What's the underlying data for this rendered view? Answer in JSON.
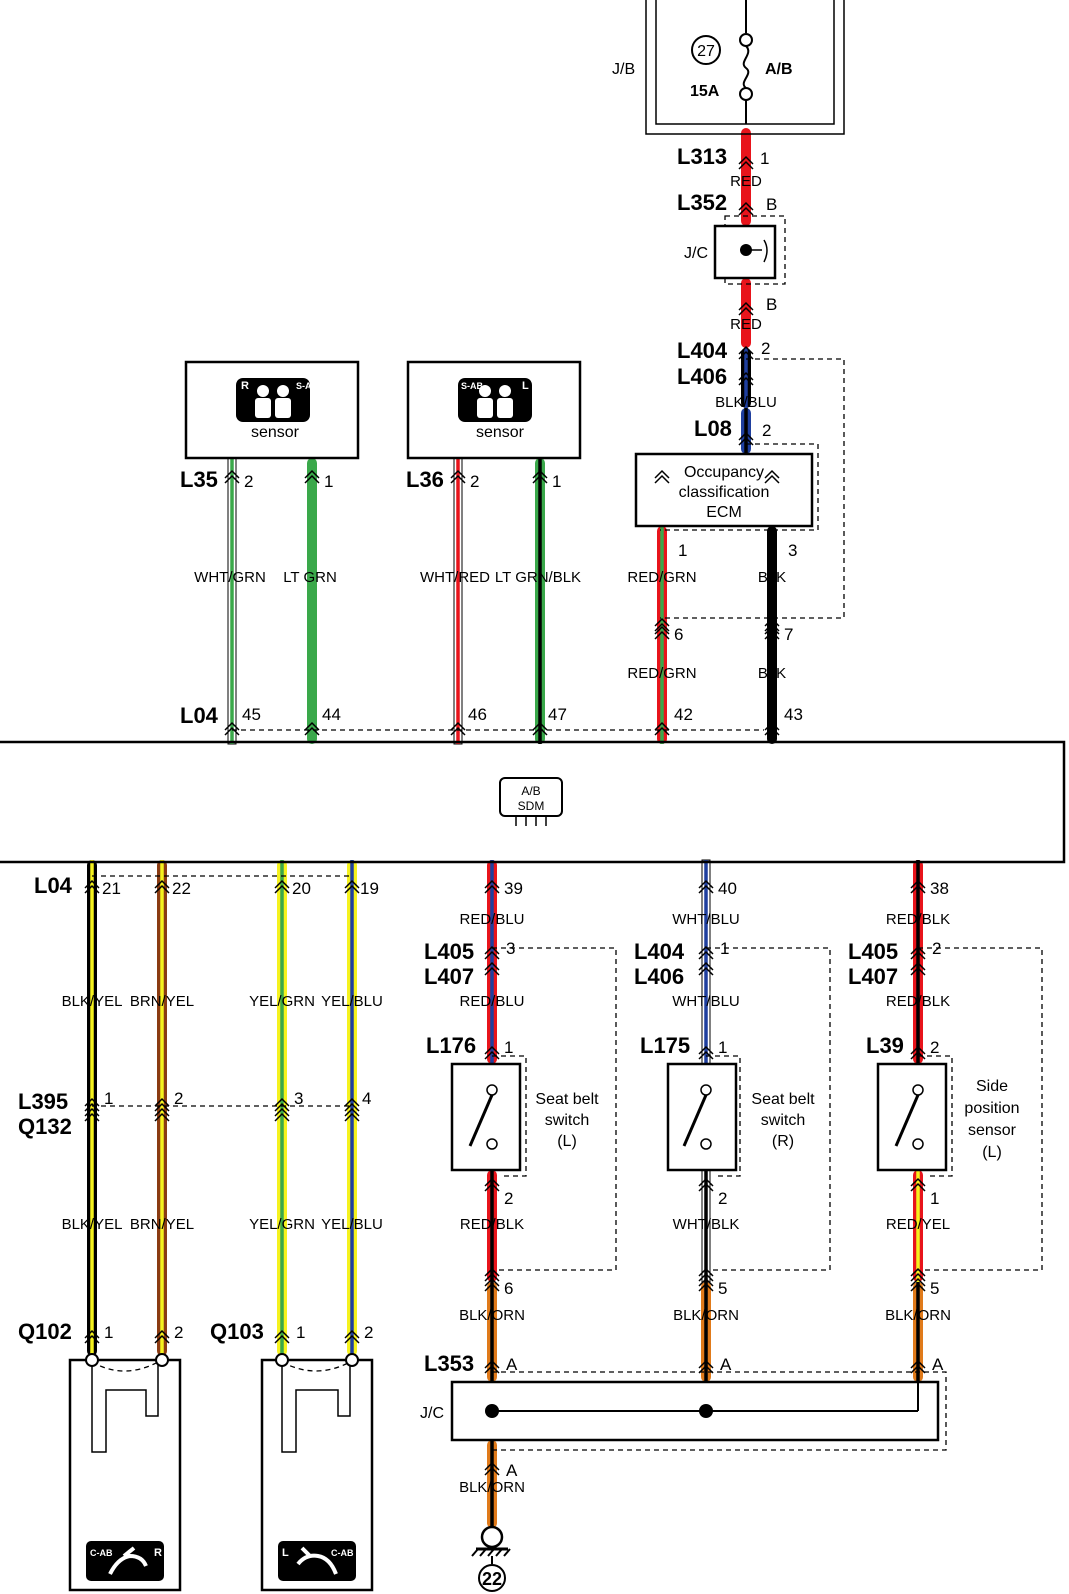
{
  "junction_box": {
    "label": "J/B",
    "fuse_number": "27",
    "fuse_name": "A/B",
    "fuse_rating": "15A"
  },
  "joint_connector_label": "J/C",
  "ground_number": "22",
  "sdm": {
    "line1": "A/B",
    "line2": "SDM"
  },
  "sensors": [
    {
      "label": "sensor",
      "icon_left": "R",
      "icon_right": "S-AB"
    },
    {
      "label": "sensor",
      "icon_left": "S-AB",
      "icon_right": "L"
    }
  ],
  "ecm": {
    "line1": "Occupancy",
    "line2": "classification",
    "line3": "ECM"
  },
  "switches": [
    {
      "line1": "Seat belt",
      "line2": "switch",
      "line3": "(L)"
    },
    {
      "line1": "Seat belt",
      "line2": "switch",
      "line3": "(R)"
    },
    {
      "line1": "Side",
      "line2": "position",
      "line3": "sensor",
      "line4": "(L)"
    }
  ],
  "airbags": [
    {
      "icon_left": "C-AB",
      "icon_right": "R"
    },
    {
      "icon_left": "L",
      "icon_right": "C-AB"
    }
  ],
  "connectors": {
    "L313": "L313",
    "L352": "L352",
    "L404": "L404",
    "L406": "L406",
    "L08": "L08",
    "L35": "L35",
    "L36": "L36",
    "L04": "L04",
    "L405": "L405",
    "L407": "L407",
    "L176": "L176",
    "L175": "L175",
    "L39": "L39",
    "L395": "L395",
    "Q132": "Q132",
    "Q102": "Q102",
    "Q103": "Q103",
    "L353": "L353"
  },
  "pins": {
    "L313": "1",
    "L352_top": "B",
    "L352_bottom": "B",
    "L404_top": "2",
    "L08": "2",
    "L35_a": "2",
    "L35_b": "1",
    "L36_a": "2",
    "L36_b": "1",
    "ecm_1": "1",
    "ecm_3": "3",
    "mid_6": "6",
    "mid_7": "7",
    "L04_45": "45",
    "L04_44": "44",
    "L04_46": "46",
    "L04_47": "47",
    "L04_42": "42",
    "L04_43": "43",
    "L04_21": "21",
    "L04_22": "22",
    "L04_20": "20",
    "L04_19": "19",
    "L04_39": "39",
    "L04_40": "40",
    "L04_38": "38",
    "L405_a": "3",
    "L404_b": "1",
    "L405_c": "2",
    "L176": "1",
    "L175": "1",
    "L39": "2",
    "sw1_bottom": "2",
    "sw2_bottom": "2",
    "sw3_bottom": "1",
    "j6": "6",
    "j5a": "5",
    "j5b": "5",
    "L395_1": "1",
    "L395_2": "2",
    "L395_3": "3",
    "L395_4": "4",
    "Q102_1": "1",
    "Q102_2": "2",
    "Q103_1": "1",
    "Q103_2": "2",
    "L353_a": "A",
    "L353_b": "A",
    "L353_c": "A",
    "jc_bottom": "A"
  },
  "wires": {
    "red_1": "RED",
    "red_2": "RED",
    "blk_blu": "BLK/BLU",
    "wht_grn": "WHT/GRN",
    "lt_grn": "LT GRN",
    "wht_red": "WHT/RED",
    "lt_grn_blk": "LT GRN/BLK",
    "red_grn_1": "RED/GRN",
    "blk_1": "BLK",
    "red_grn_2": "RED/GRN",
    "blk_2": "BLK",
    "red_blu_1": "RED/BLU",
    "wht_blu_1": "WHT/BLU",
    "red_blk_1": "RED/BLK",
    "red_blu_2": "RED/BLU",
    "wht_blu_2": "WHT/BLU",
    "red_blk_2": "RED/BLK",
    "red_blk_3": "RED/BLK",
    "wht_blk": "WHT/BLK",
    "red_yel": "RED/YEL",
    "blk_orn_1": "BLK/ORN",
    "blk_orn_2": "BLK/ORN",
    "blk_orn_3": "BLK/ORN",
    "blk_orn_4": "BLK/ORN",
    "blk_yel_1": "BLK/YEL",
    "brn_yel_1": "BRN/YEL",
    "yel_grn_1": "YEL/GRN",
    "yel_blu_1": "YEL/BLU",
    "blk_yel_2": "BLK/YEL",
    "brn_yel_2": "BRN/YEL",
    "yel_grn_2": "YEL/GRN",
    "yel_blu_2": "YEL/BLU"
  },
  "colors": {
    "red": "#e8141b",
    "green": "#3aa84a",
    "black": "#000000",
    "blue": "#1f3f9e",
    "yellow": "#f5f21e",
    "orange": "#e07a1a",
    "brown": "#8a3b12",
    "white": "#ffffff"
  }
}
